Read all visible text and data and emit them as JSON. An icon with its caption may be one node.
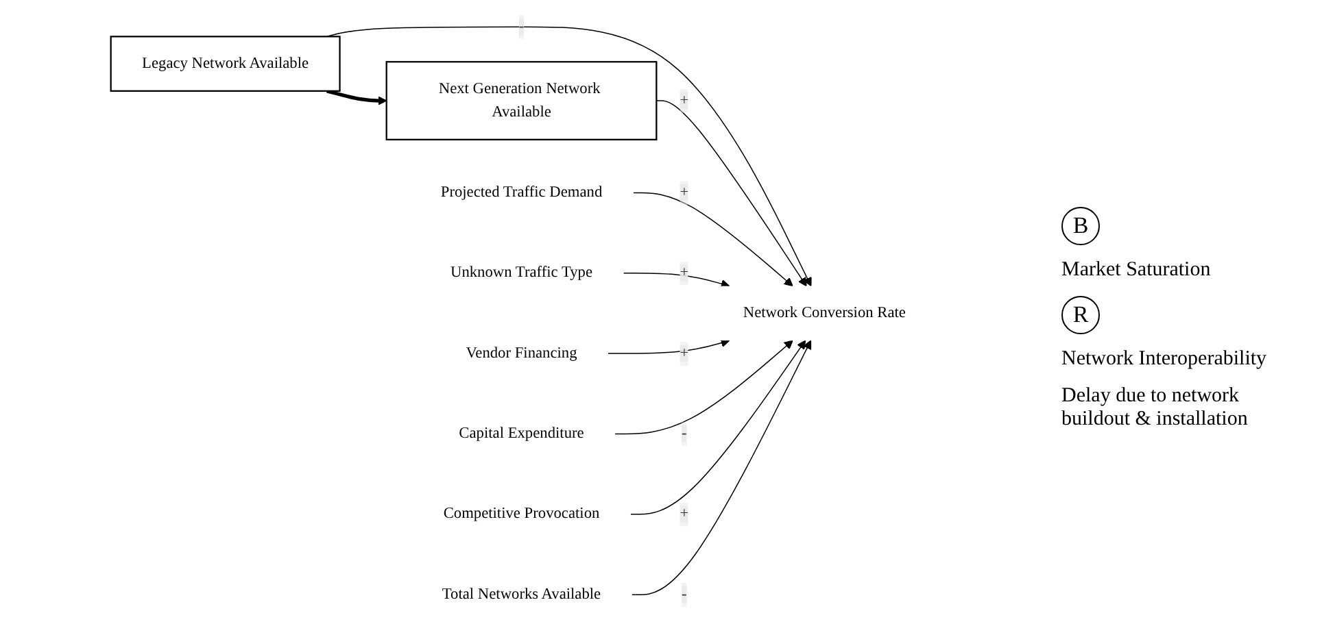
{
  "diagram": {
    "nodes": [
      {
        "text": [
          "Legacy Network Available"
        ]
      },
      {
        "text": [
          "Next Generation Network Available"
        ]
      },
      {
        "text": [
          "Network Conversion Rate"
        ]
      },
      {
        "text": [
          "Projected Traffic Demand"
        ]
      },
      {
        "text": [
          "Unknown Traffic Type"
        ]
      },
      {
        "text": [
          "Vendor Financing"
        ]
      },
      {
        "text": [
          "Capital Expenditure"
        ]
      },
      {
        "text": [
          "Competitive Provocation"
        ]
      },
      {
        "text": [
          "Total Networks Available"
        ]
      }
    ],
    "edges": [
      {
        "from": 0,
        "to": 1,
        "arrow": "to",
        "style": "thick"
      },
      {
        "from": 0,
        "to": 2,
        "arrow": "to",
        "label": "-"
      },
      {
        "from": 1,
        "to": 2,
        "arrow": "to",
        "label": "+"
      },
      {
        "from": 3,
        "to": 2,
        "arrow": "to",
        "label": "+"
      },
      {
        "from": 4,
        "to": 2,
        "arrow": "to",
        "label": "+"
      },
      {
        "from": 5,
        "to": 2,
        "arrow": "to",
        "label": "+"
      },
      {
        "from": 6,
        "to": 2,
        "arrow": "to",
        "label": "-"
      },
      {
        "from": 7,
        "to": 2,
        "arrow": "to",
        "label": "+"
      },
      {
        "from": 8,
        "to": 2,
        "arrow": "to",
        "label": "-"
      }
    ],
    "labels": [
      "B",
      "Market Saturation",
      "R",
      "Network Interoperability",
      "Delay due to network buildout & installation"
    ]
  }
}
